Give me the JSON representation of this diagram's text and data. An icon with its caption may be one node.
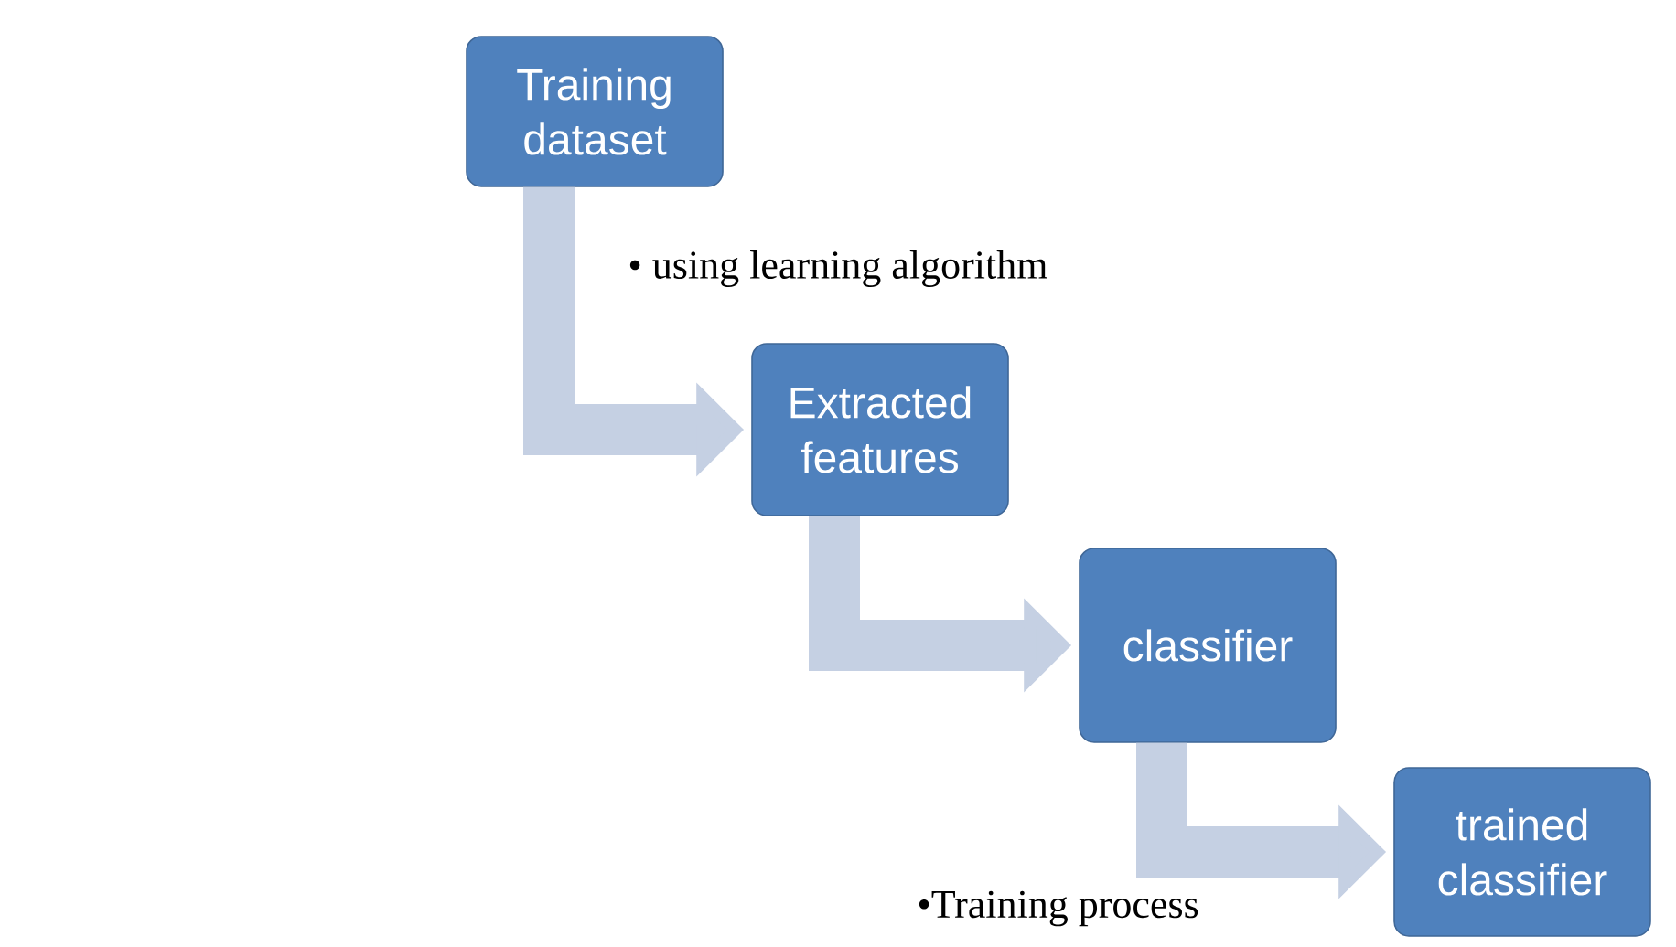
{
  "diagram": {
    "nodes": [
      {
        "text": [
          "Training dataset"
        ]
      },
      {
        "text": [
          "Extracted features"
        ]
      },
      {
        "text": [
          "classifier"
        ]
      },
      {
        "text": [
          "trained classifier"
        ]
      }
    ],
    "edges": [
      {
        "from": 0,
        "to": 1,
        "arrow": "to"
      },
      {
        "from": 1,
        "to": 2,
        "arrow": "to"
      },
      {
        "from": 2,
        "to": 3,
        "arrow": "to"
      }
    ],
    "labels": [
      "• using learning algorithm",
      "•Training process"
    ]
  }
}
